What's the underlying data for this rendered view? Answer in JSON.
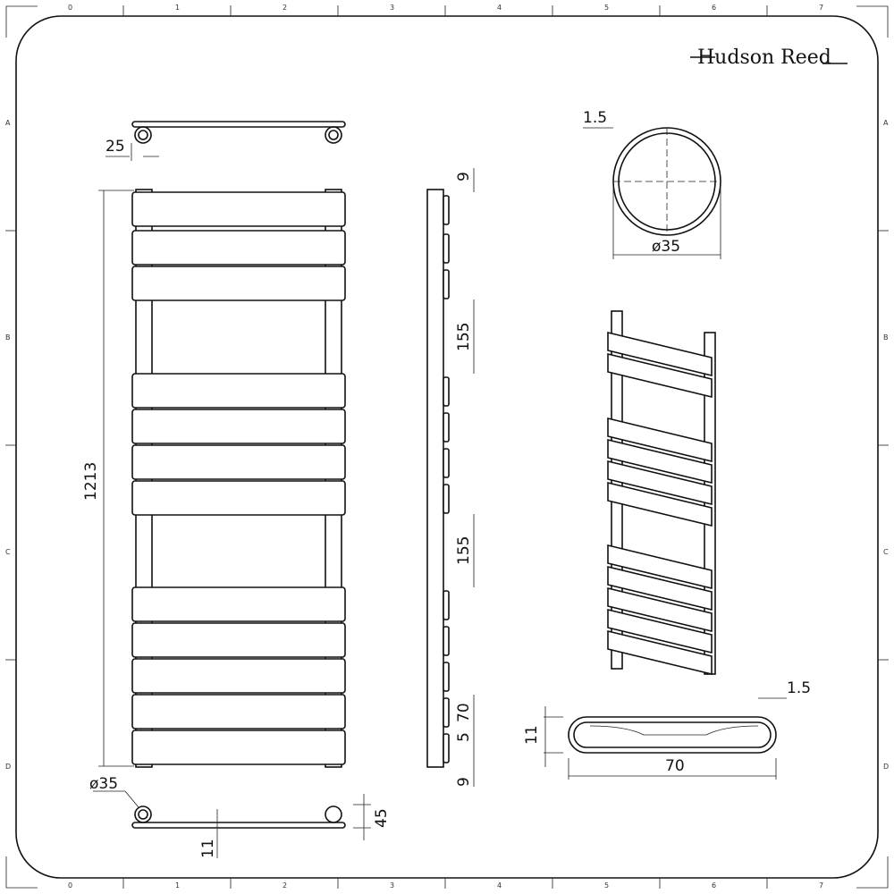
{
  "brand": "Hudson Reed",
  "grid": {
    "columns": [
      "0",
      "1",
      "2",
      "3",
      "4",
      "5",
      "6",
      "7"
    ],
    "rows": [
      "A",
      "B",
      "C",
      "D"
    ]
  },
  "dims": {
    "height": "1213",
    "pipe_offset": "25",
    "gap_upper": "155",
    "gap_lower": "155",
    "top_margin": "9",
    "bottom_margin": "9",
    "panel_height": "70",
    "panel_gap": "5",
    "tube_wall": "1.5",
    "tube_diameter": "ø35",
    "panel_wall": "1.5",
    "panel_depth": "70",
    "panel_thickness": "11",
    "bottom_diameter": "ø35",
    "wall_distance": "45",
    "bottom_thickness": "11"
  }
}
